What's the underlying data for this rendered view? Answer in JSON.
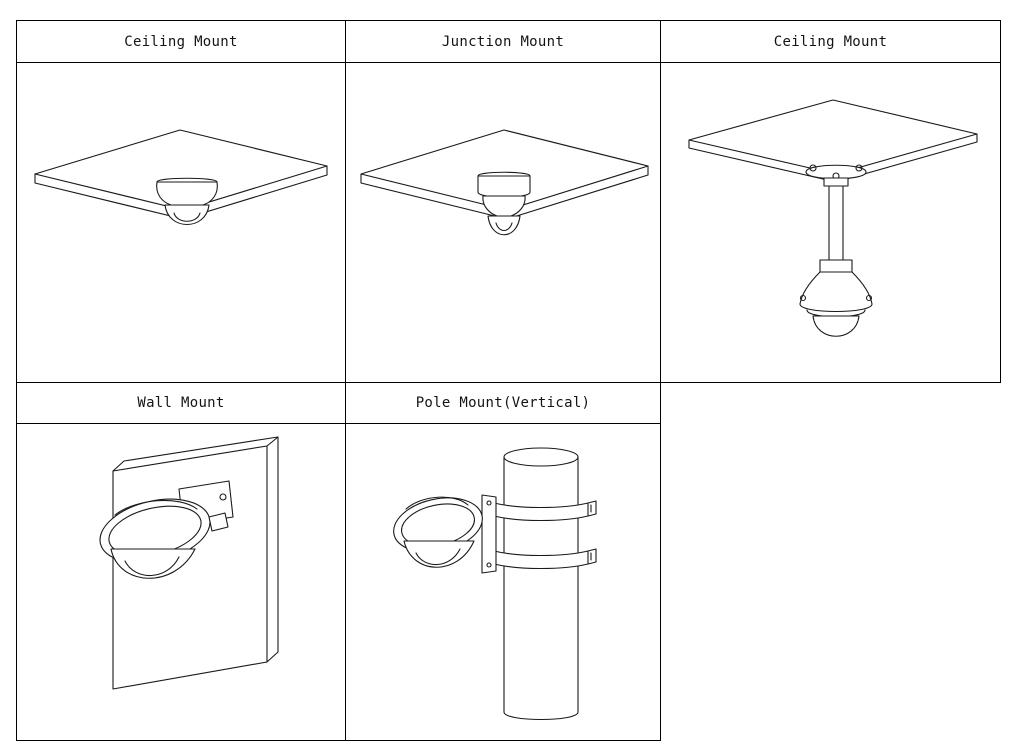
{
  "page": {
    "background": "#ffffff",
    "table_border_color": "#000000",
    "line_art_color": "#1a1a1a"
  },
  "table": {
    "rows": [
      {
        "cells": [
          {
            "label": "Ceiling Mount",
            "illustration": "dome-camera-ceiling-mount-icon"
          },
          {
            "label": "Junction Mount",
            "illustration": "dome-camera-junction-box-mount-icon"
          },
          {
            "label": "Ceiling Mount",
            "illustration": "pendant-dome-camera-ceiling-mount-icon"
          }
        ]
      },
      {
        "cells": [
          {
            "label": "Wall Mount",
            "illustration": "dome-camera-wall-mount-icon"
          },
          {
            "label": "Pole Mount(Vertical)",
            "illustration": "dome-camera-pole-mount-icon"
          }
        ]
      }
    ]
  }
}
